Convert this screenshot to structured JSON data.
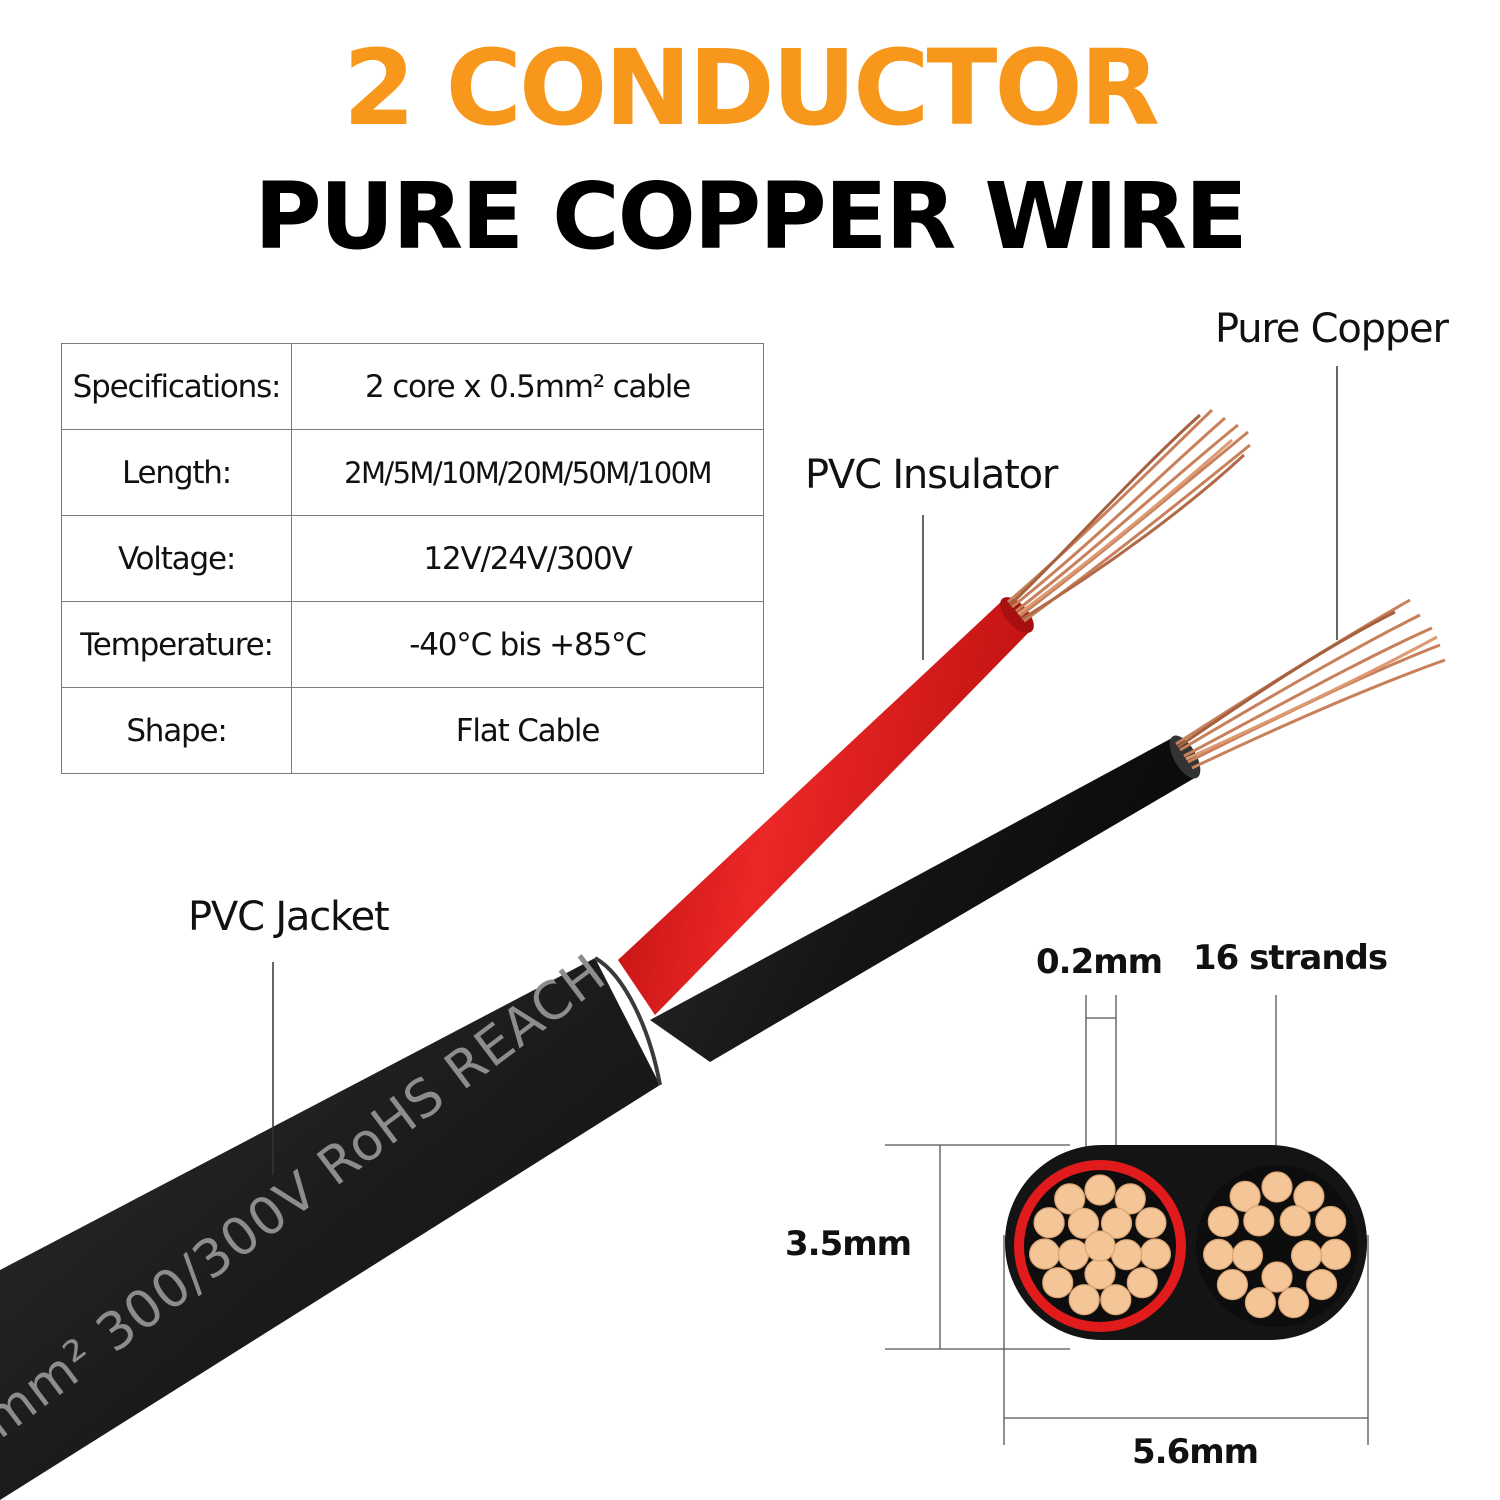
{
  "header": {
    "title_line1": "2 CONDUCTOR",
    "title_line2": "PURE  COPPER  WIRE"
  },
  "specs": [
    {
      "label": "Specifications:",
      "value": "2 core x 0.5mm² cable"
    },
    {
      "label": "Length:",
      "value": "2M/5M/10M/20M/50M/100M"
    },
    {
      "label": "Voltage:",
      "value": "12V/24V/300V"
    },
    {
      "label": "Temperature:",
      "value": "-40°C bis  +85°C"
    },
    {
      "label": "Shape:",
      "value": "Flat Cable"
    }
  ],
  "callouts": {
    "pure_copper": "Pure Copper",
    "pvc_insulator": "PVC Insulator",
    "pvc_jacket": "PVC Jacket"
  },
  "cable_print": "mm²  300/300V  RoHS  REACH",
  "cross_section": {
    "strand_diameter": "0.2mm",
    "strand_count": "16 strands",
    "height": "3.5mm",
    "width": "5.6mm"
  },
  "colors": {
    "title_accent": "#f7981d",
    "insulator_red": "#e21b1b",
    "jacket_black": "#1c1c1c",
    "copper": "#c47a52",
    "strand_fill": "#f3c597"
  }
}
